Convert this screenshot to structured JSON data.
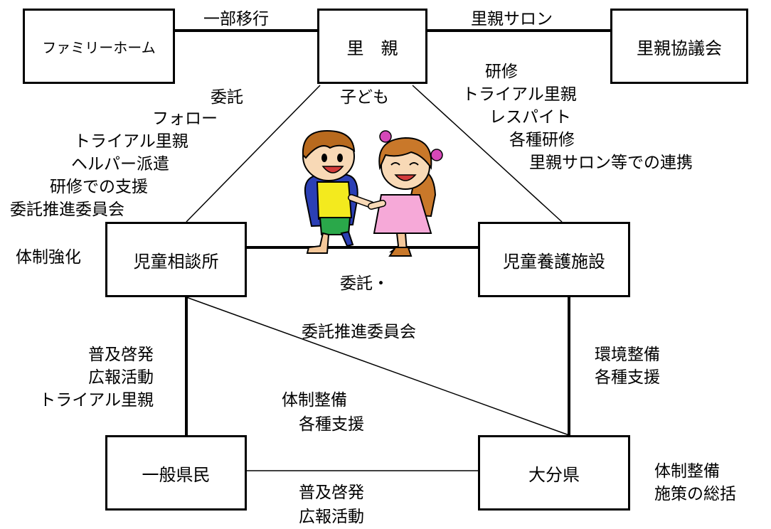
{
  "nodes": {
    "family_home": "ファミリーホーム",
    "foster_parent": "里　親",
    "council": "里親協議会",
    "child_guidance": "児童相談所",
    "care_facility": "児童養護施設",
    "public": "一般県民",
    "prefecture": "大分県"
  },
  "edges": {
    "family_home_foster": "一部移行",
    "foster_council": "里親サロン",
    "guidance_to_foster": [
      "委託",
      "フォロー",
      "トライアル里親",
      "ヘルパー派遣",
      "研修での支援",
      "委託推進委員会"
    ],
    "child": "子ども",
    "facility_to_foster": [
      "研修",
      "トライアル里親",
      "レスパイト",
      "各種研修",
      "里親サロン等での連携"
    ],
    "guidance_self": "体制強化",
    "guidance_facility": "委託・",
    "guidance_prefecture": "委託推進委員会",
    "guidance_public": [
      "普及啓発",
      "広報活動",
      "トライアル里親"
    ],
    "facility_prefecture": [
      "環境整備",
      "各種支援"
    ],
    "prefecture_to_guidance": [
      "体制整備",
      "各種支援"
    ],
    "prefecture_self": [
      "体制整備",
      "施策の総括"
    ],
    "public_prefecture": [
      "普及啓発",
      "広報活動"
    ]
  },
  "icons": [
    "children-illustration"
  ]
}
